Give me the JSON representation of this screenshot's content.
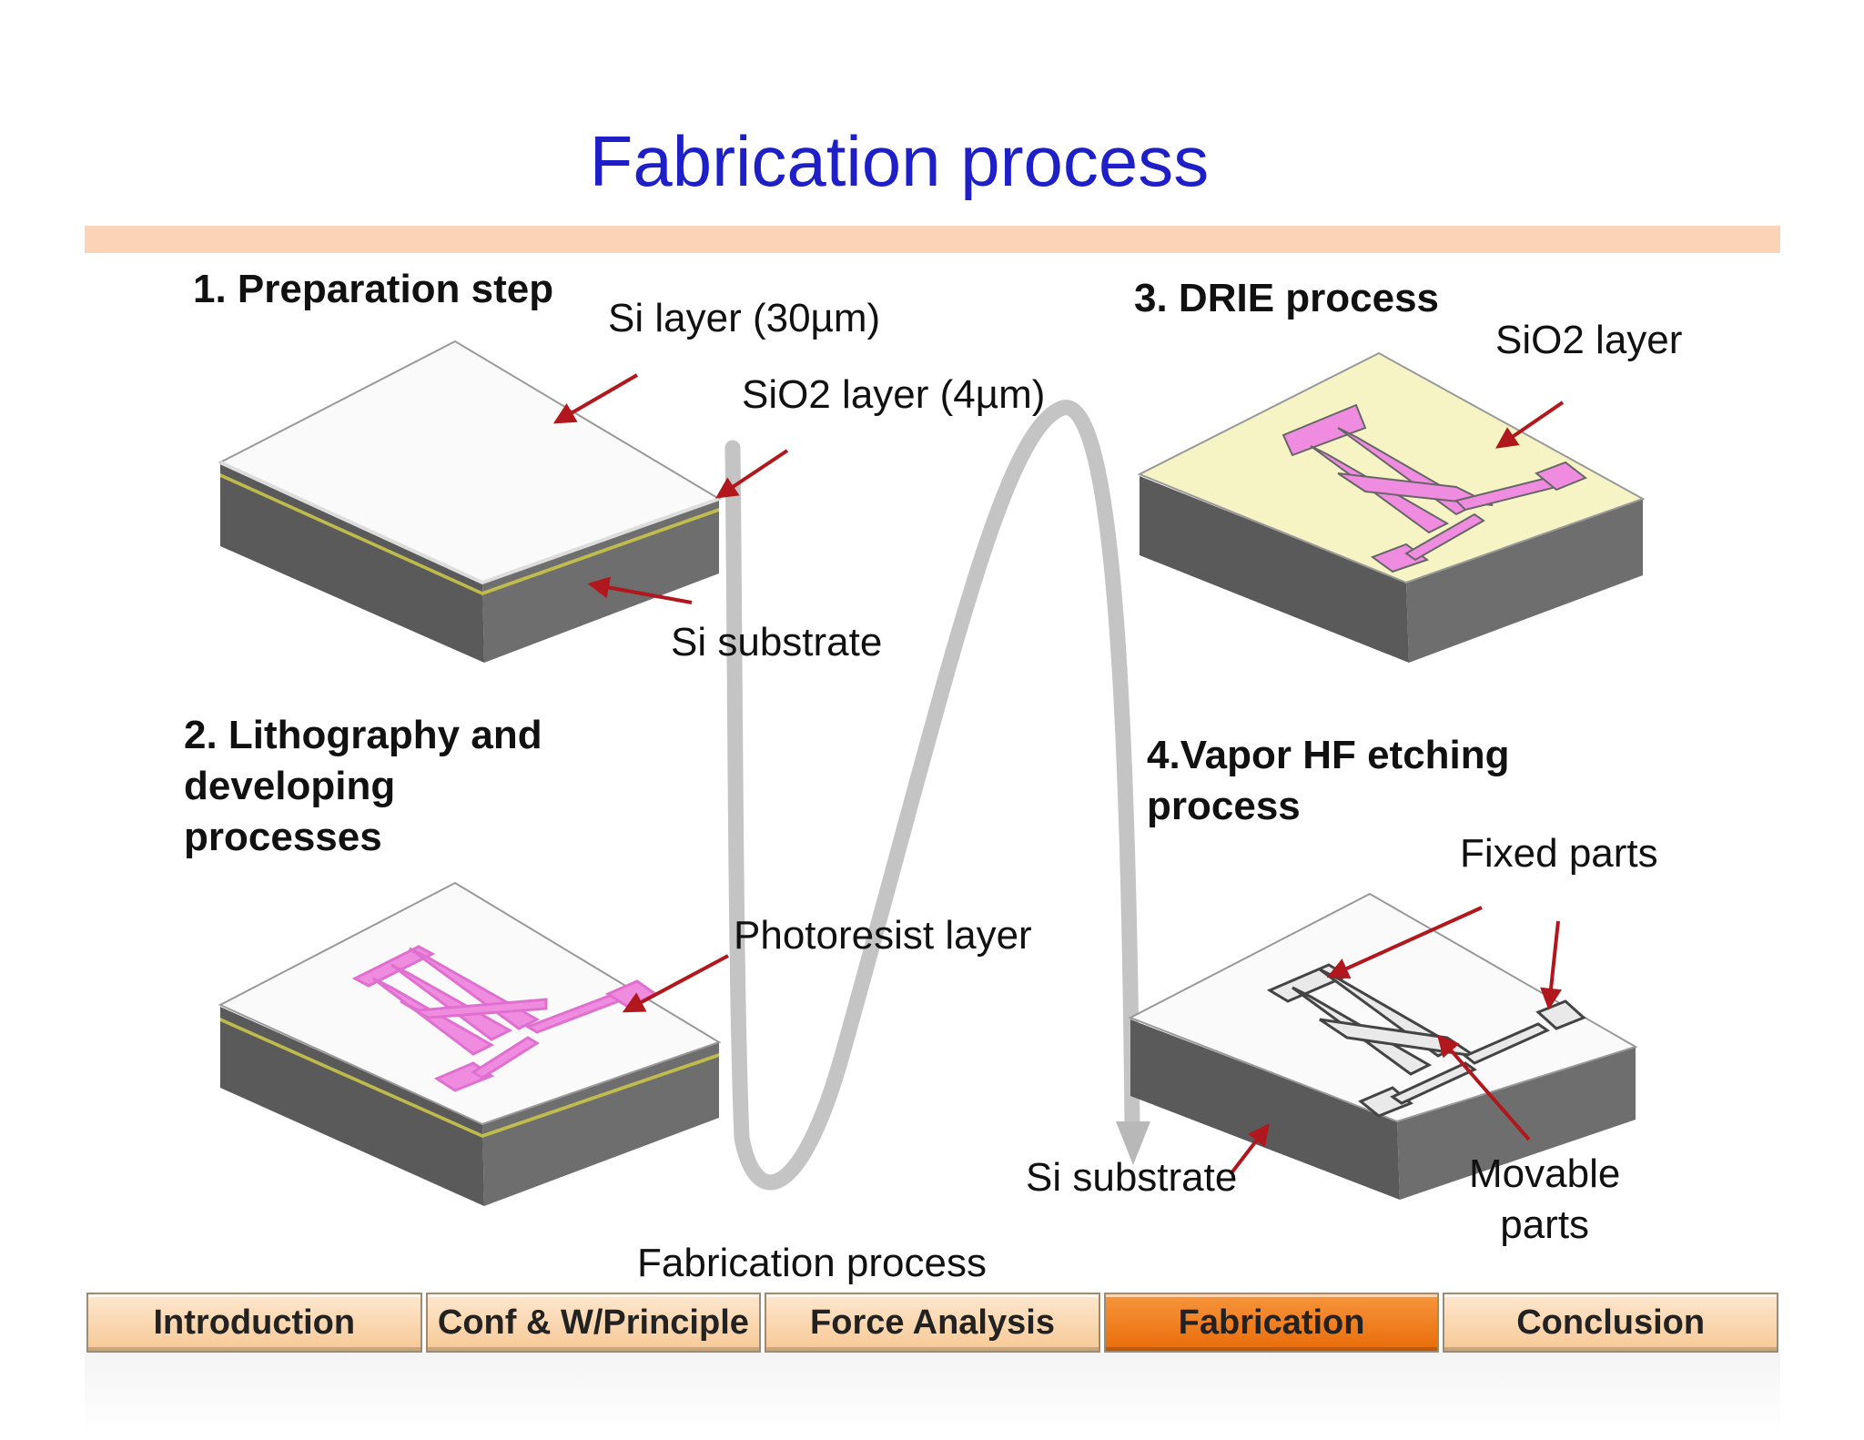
{
  "title": "Fabrication process",
  "steps": {
    "step1": "1. Preparation step",
    "step2_lines": [
      "2. Lithography and",
      "developing",
      "processes"
    ],
    "step3": "3. DRIE process",
    "step4_lines": [
      "4.Vapor HF etching",
      "process"
    ]
  },
  "labels": {
    "si_layer": "Si layer (30µm)",
    "sio2_layer_4um": "SiO2 layer (4µm)",
    "si_substrate_1": "Si substrate",
    "sio2_layer": "SiO2 layer",
    "photoresist_layer": "Photoresist layer",
    "fixed_parts": "Fixed parts",
    "si_substrate_2": "Si substrate",
    "movable_parts_lines": [
      "Movable",
      "parts"
    ],
    "caption": "Fabrication process"
  },
  "nav": {
    "tabs": [
      "Introduction",
      "Conf & W/Principle",
      "Force Analysis",
      "Fabrication",
      "Conclusion"
    ],
    "active_index": 3
  },
  "colors": {
    "title": "#1f1fc8",
    "accent_bar": "#fbd3b6",
    "arrow": "#b0181d",
    "photoresist": "#f08ce0",
    "sio2_top": "#f6f3c4",
    "nav_active": "#f08020"
  }
}
